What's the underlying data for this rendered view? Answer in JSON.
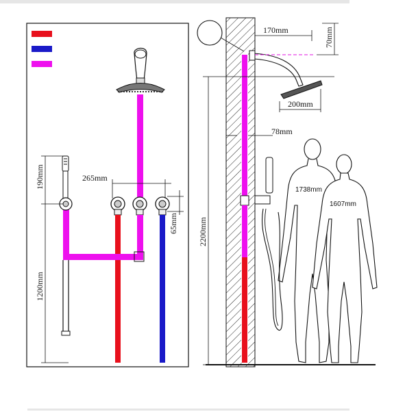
{
  "legend": {
    "hot": {
      "color": "#e8101c",
      "label": ""
    },
    "cold": {
      "color": "#1a1ac8",
      "label": ""
    },
    "mixed": {
      "color": "#ee10ee",
      "label": ""
    }
  },
  "front_view": {
    "dim_hand_shower_height": "190mm",
    "dim_valve_spacing": "265mm",
    "dim_valve_drop": "65mm",
    "dim_mount_height": "1200mm"
  },
  "side_view": {
    "dim_arm_reach": "170mm",
    "dim_arm_rise": "70mm",
    "dim_head_diameter": "200mm",
    "dim_valve_depth": "78mm",
    "dim_total_height": "2200mm",
    "person_tall_height": "1738mm",
    "person_short_height": "1607mm"
  },
  "colors": {
    "line": "#111111",
    "wall_hatch": "#222222",
    "background": "#ffffff"
  }
}
